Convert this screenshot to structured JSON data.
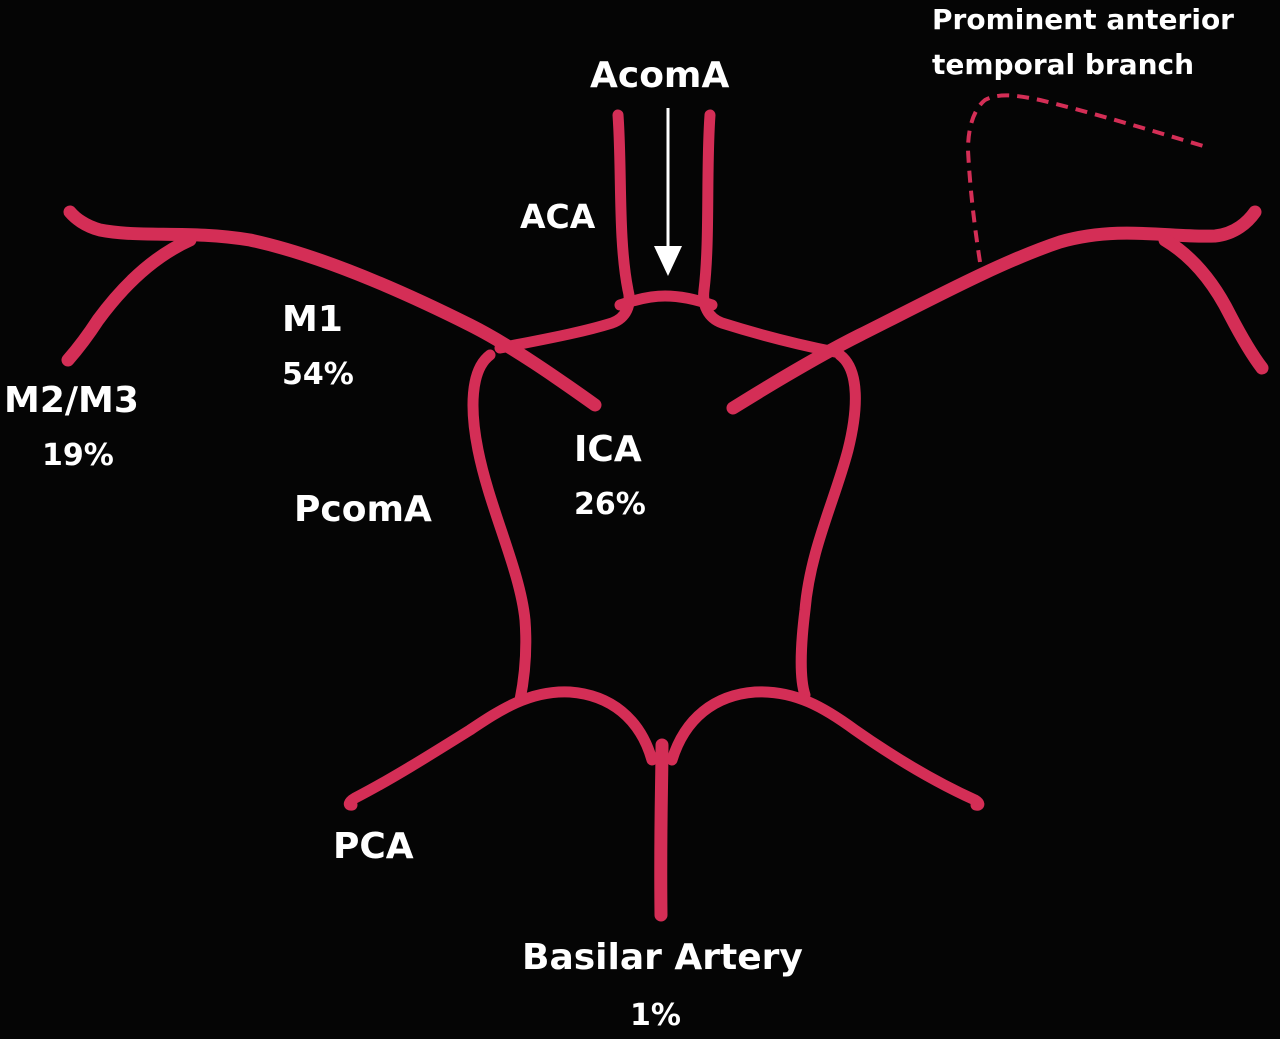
{
  "labels": {
    "acoma": "AcomA",
    "aca": "ACA",
    "prominent_line1": "Prominent anterior",
    "prominent_line2": "temporal branch",
    "m1": "M1",
    "m1_pct": "54%",
    "m2m3": "M2/M3",
    "m2m3_pct": "19%",
    "ica": "ICA",
    "ica_pct": "26%",
    "pcoma": "PcomA",
    "pca": "PCA",
    "basilar": "Basilar Artery",
    "basilar_pct": "1%"
  },
  "colors": {
    "vessel": "#d42e56",
    "background": "#050505",
    "text": "#ffffff"
  }
}
